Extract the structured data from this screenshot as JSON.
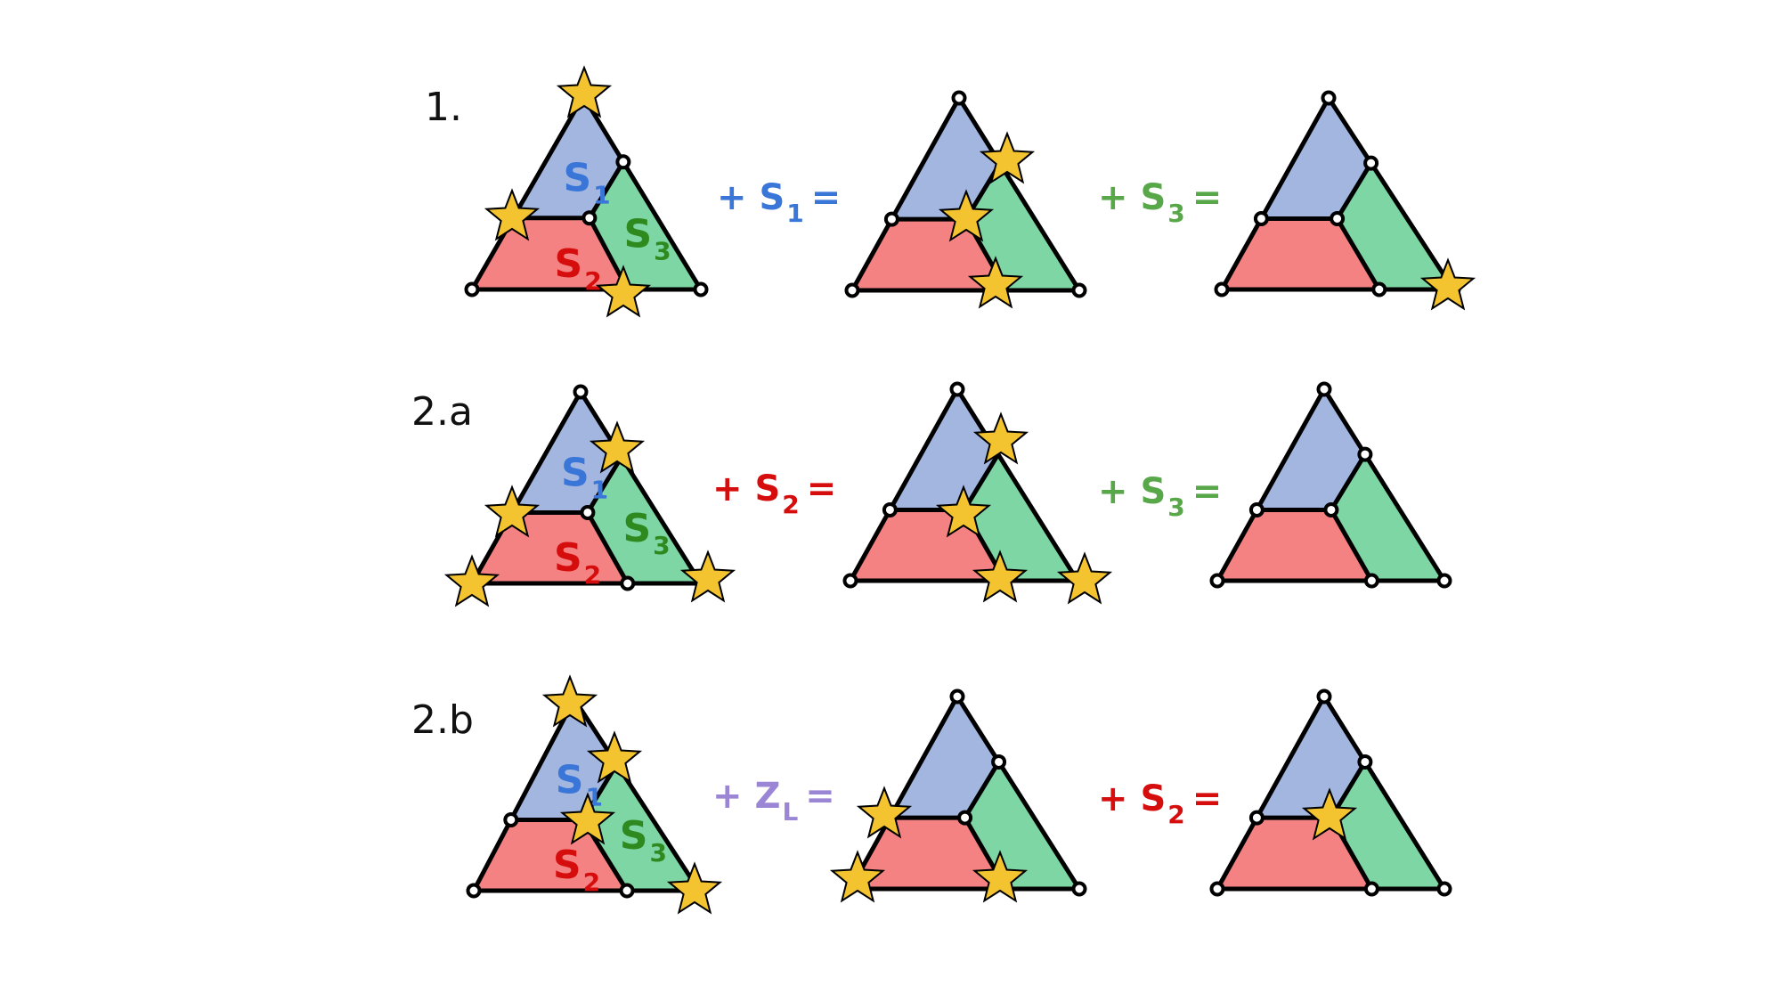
{
  "colors": {
    "s1_fill": "#a2b6e0",
    "s2_fill": "#f58282",
    "s3_fill": "#7dd6a4",
    "s1_text": "#3a76d8",
    "s2_text": "#d60d0d",
    "s3_text": "#2e8a1e",
    "op_s1": "#3a76d8",
    "op_s2": "#d60d0d",
    "op_s3": "#58a84a",
    "op_zl": "#9b86d6",
    "star": "#f4c430"
  },
  "icons": {
    "star": "star-icon",
    "vertex": "open-circle-vertex-icon"
  },
  "rows": [
    {
      "label": "1.",
      "region_labels": {
        "s1": "S",
        "s1_sub": "1",
        "s2": "S",
        "s2_sub": "2",
        "s3": "S",
        "s3_sub": "3"
      },
      "ops": [
        {
          "prefix": "+ S",
          "sub": "1",
          "suffix": "=",
          "color": "op_s1"
        },
        {
          "prefix": "+ S",
          "sub": "3",
          "suffix": "=",
          "color": "op_s3"
        }
      ]
    },
    {
      "label": "2.a",
      "region_labels": {
        "s1": "S",
        "s1_sub": "1",
        "s2": "S",
        "s2_sub": "2",
        "s3": "S",
        "s3_sub": "3"
      },
      "ops": [
        {
          "prefix": "+ S",
          "sub": "2",
          "suffix": "=",
          "color": "op_s2"
        },
        {
          "prefix": "+ S",
          "sub": "3",
          "suffix": "=",
          "color": "op_s3"
        }
      ]
    },
    {
      "label": "2.b",
      "region_labels": {
        "s1": "S",
        "s1_sub": "1",
        "s2": "S",
        "s2_sub": "2",
        "s3": "S",
        "s3_sub": "3"
      },
      "ops": [
        {
          "prefix": "+ Z",
          "sub": "L",
          "suffix": "=",
          "color": "op_zl"
        },
        {
          "prefix": "+ S",
          "sub": "2",
          "suffix": "=",
          "color": "op_s2"
        }
      ]
    }
  ]
}
